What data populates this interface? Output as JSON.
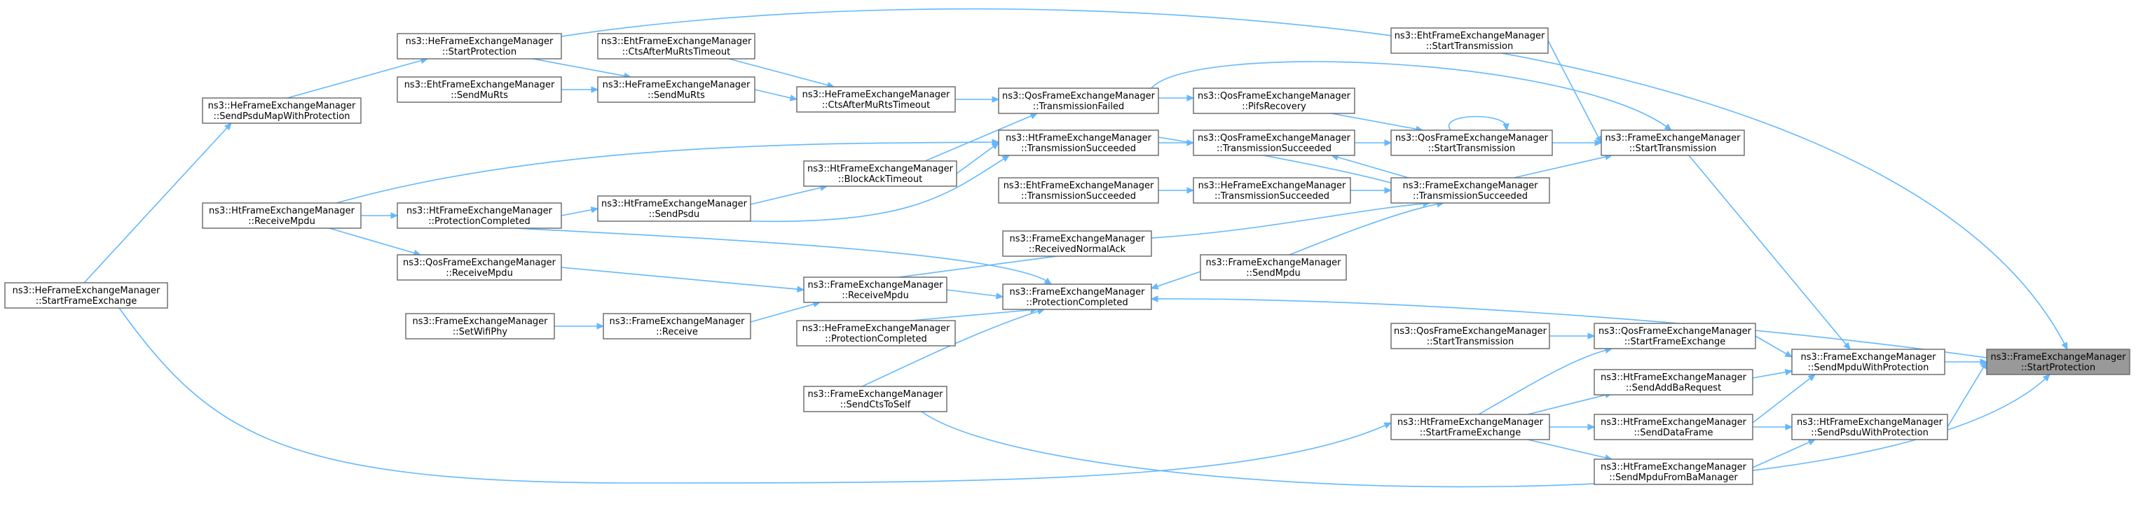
{
  "colors": {
    "edge": "#63b8ff",
    "node_border": "#666666",
    "root_fill": "#999999",
    "node_fill": "#ffffff",
    "text": "#000000"
  },
  "nodes": [
    {
      "id": "root",
      "l1": "ns3::FrameExchangeManager",
      "l2": "::StartProtection",
      "root": true
    },
    {
      "id": "feSendMpduWithProtection",
      "l1": "ns3::FrameExchangeManager",
      "l2": "::SendMpduWithProtection"
    },
    {
      "id": "htSendPsduWithProtection",
      "l1": "ns3::HtFrameExchangeManager",
      "l2": "::SendPsduWithProtection"
    },
    {
      "id": "feStartTransmission",
      "l1": "ns3::FrameExchangeManager",
      "l2": "::StartTransmission"
    },
    {
      "id": "qosStartFrameExchange",
      "l1": "ns3::QosFrameExchangeManager",
      "l2": "::StartFrameExchange"
    },
    {
      "id": "htSendAddBaRequest",
      "l1": "ns3::HtFrameExchangeManager",
      "l2": "::SendAddBaRequest"
    },
    {
      "id": "htSendDataFrame",
      "l1": "ns3::HtFrameExchangeManager",
      "l2": "::SendDataFrame"
    },
    {
      "id": "htSendMpduFromBaManager",
      "l1": "ns3::HtFrameExchangeManager",
      "l2": "::SendMpduFromBaManager"
    },
    {
      "id": "ehtStartTransmission",
      "l1": "ns3::EhtFrameExchangeManager",
      "l2": "::StartTransmission"
    },
    {
      "id": "qosStartTransmission",
      "l1": "ns3::QosFrameExchangeManager",
      "l2": "::StartTransmission"
    },
    {
      "id": "feTransmissionSucceeded",
      "l1": "ns3::FrameExchangeManager",
      "l2": "::TransmissionSucceeded"
    },
    {
      "id": "qosStartTransmission2",
      "l1": "ns3::QosFrameExchangeManager",
      "l2": "::StartTransmission"
    },
    {
      "id": "htStartFrameExchange",
      "l1": "ns3::HtFrameExchangeManager",
      "l2": "::StartFrameExchange"
    },
    {
      "id": "qosPifsRecovery",
      "l1": "ns3::QosFrameExchangeManager",
      "l2": "::PifsRecovery"
    },
    {
      "id": "qosTransmissionSucceeded",
      "l1": "ns3::QosFrameExchangeManager",
      "l2": "::TransmissionSucceeded"
    },
    {
      "id": "heTransmissionSucceeded",
      "l1": "ns3::HeFrameExchangeManager",
      "l2": "::TransmissionSucceeded"
    },
    {
      "id": "feSendMpdu",
      "l1": "ns3::FrameExchangeManager",
      "l2": "::SendMpdu"
    },
    {
      "id": "qosTransmissionFailed",
      "l1": "ns3::QosFrameExchangeManager",
      "l2": "::TransmissionFailed"
    },
    {
      "id": "htTransmissionSucceeded",
      "l1": "ns3::HtFrameExchangeManager",
      "l2": "::TransmissionSucceeded"
    },
    {
      "id": "ehtTransmissionSucceeded",
      "l1": "ns3::EhtFrameExchangeManager",
      "l2": "::TransmissionSucceeded"
    },
    {
      "id": "feReceivedNormalAck",
      "l1": "ns3::FrameExchangeManager",
      "l2": "::ReceivedNormalAck"
    },
    {
      "id": "feProtectionCompleted",
      "l1": "ns3::FrameExchangeManager",
      "l2": "::ProtectionCompleted"
    },
    {
      "id": "heProtectionCompleted",
      "l1": "ns3::HeFrameExchangeManager",
      "l2": "::ProtectionCompleted"
    },
    {
      "id": "feSendCtsToSelf",
      "l1": "ns3::FrameExchangeManager",
      "l2": "::SendCtsToSelf"
    },
    {
      "id": "ehtCtsAfterMuRtsTimeout",
      "l1": "ns3::EhtFrameExchangeManager",
      "l2": "::CtsAfterMuRtsTimeout"
    },
    {
      "id": "heCtsAfterMuRtsTimeout",
      "l1": "ns3::HeFrameExchangeManager",
      "l2": "::CtsAfterMuRtsTimeout"
    },
    {
      "id": "htBlockAckTimeout",
      "l1": "ns3::HtFrameExchangeManager",
      "l2": "::BlockAckTimeout"
    },
    {
      "id": "feReceiveMpdu",
      "l1": "ns3::FrameExchangeManager",
      "l2": "::ReceiveMpdu"
    },
    {
      "id": "feReceive",
      "l1": "ns3::FrameExchangeManager",
      "l2": "::Receive"
    },
    {
      "id": "heSendMuRts",
      "l1": "ns3::HeFrameExchangeManager",
      "l2": "::SendMuRts"
    },
    {
      "id": "htSendPsdu",
      "l1": "ns3::HtFrameExchangeManager",
      "l2": "::SendPsdu"
    },
    {
      "id": "heStartProtection",
      "l1": "ns3::HeFrameExchangeManager",
      "l2": "::StartProtection"
    },
    {
      "id": "ehtSendMuRts",
      "l1": "ns3::EhtFrameExchangeManager",
      "l2": "::SendMuRts"
    },
    {
      "id": "htProtectionCompleted",
      "l1": "ns3::HtFrameExchangeManager",
      "l2": "::ProtectionCompleted"
    },
    {
      "id": "qosReceiveMpdu",
      "l1": "ns3::QosFrameExchangeManager",
      "l2": "::ReceiveMpdu"
    },
    {
      "id": "feSetWifiPhy",
      "l1": "ns3::FrameExchangeManager",
      "l2": "::SetWifiPhy"
    },
    {
      "id": "heSendPsduMapWithProtection",
      "l1": "ns3::HeFrameExchangeManager",
      "l2": "::SendPsduMapWithProtection"
    },
    {
      "id": "htReceiveMpdu",
      "l1": "ns3::HtFrameExchangeManager",
      "l2": "::ReceiveMpdu"
    },
    {
      "id": "heStartFrameExchange",
      "l1": "ns3::HeFrameExchangeManager",
      "l2": "::StartFrameExchange"
    }
  ],
  "edges": [
    [
      "feSendMpduWithProtection",
      "root"
    ],
    [
      "htSendPsduWithProtection",
      "root"
    ],
    [
      "heStartProtection",
      "root"
    ],
    [
      "feSendCtsToSelf",
      "root"
    ],
    [
      "feProtectionCompleted",
      "root"
    ],
    [
      "feStartTransmission",
      "feSendMpduWithProtection"
    ],
    [
      "qosStartFrameExchange",
      "feSendMpduWithProtection"
    ],
    [
      "htSendAddBaRequest",
      "feSendMpduWithProtection"
    ],
    [
      "htSendDataFrame",
      "feSendMpduWithProtection"
    ],
    [
      "htSendDataFrame",
      "htSendPsduWithProtection"
    ],
    [
      "htSendMpduFromBaManager",
      "htSendPsduWithProtection"
    ],
    [
      "ehtStartTransmission",
      "feStartTransmission"
    ],
    [
      "qosStartTransmission",
      "feStartTransmission"
    ],
    [
      "feTransmissionSucceeded",
      "feStartTransmission"
    ],
    [
      "qosTransmissionFailed",
      "feStartTransmission"
    ],
    [
      "qosStartTransmission2",
      "qosStartFrameExchange"
    ],
    [
      "htStartFrameExchange",
      "qosStartFrameExchange"
    ],
    [
      "htStartFrameExchange",
      "htSendAddBaRequest"
    ],
    [
      "htStartFrameExchange",
      "htSendDataFrame"
    ],
    [
      "htStartFrameExchange",
      "htSendMpduFromBaManager"
    ],
    [
      "qosStartTransmission",
      "qosStartTransmission"
    ],
    [
      "qosPifsRecovery",
      "qosStartTransmission"
    ],
    [
      "qosTransmissionSucceeded",
      "qosStartTransmission"
    ],
    [
      "feTransmissionSucceeded",
      "qosTransmissionSucceeded"
    ],
    [
      "heTransmissionSucceeded",
      "feTransmissionSucceeded"
    ],
    [
      "feSendMpdu",
      "feTransmissionSucceeded"
    ],
    [
      "feReceivedNormalAck",
      "feTransmissionSucceeded"
    ],
    [
      "htTransmissionSucceeded",
      "feTransmissionSucceeded"
    ],
    [
      "qosTransmissionFailed",
      "qosPifsRecovery"
    ],
    [
      "htTransmissionSucceeded",
      "qosTransmissionSucceeded"
    ],
    [
      "ehtTransmissionSucceeded",
      "heTransmissionSucceeded"
    ],
    [
      "feSendMpdu",
      "feProtectionCompleted"
    ],
    [
      "feReceivedNormalAck",
      "feReceiveMpdu"
    ],
    [
      "heCtsAfterMuRtsTimeout",
      "qosTransmissionFailed"
    ],
    [
      "htBlockAckTimeout",
      "qosTransmissionFailed"
    ],
    [
      "htBlockAckTimeout",
      "htTransmissionSucceeded"
    ],
    [
      "htSendPsdu",
      "htTransmissionSucceeded"
    ],
    [
      "htReceiveMpdu",
      "htTransmissionSucceeded"
    ],
    [
      "feReceiveMpdu",
      "feProtectionCompleted"
    ],
    [
      "heProtectionCompleted",
      "feProtectionCompleted"
    ],
    [
      "feSendCtsToSelf",
      "feProtectionCompleted"
    ],
    [
      "htProtectionCompleted",
      "feProtectionCompleted"
    ],
    [
      "ehtCtsAfterMuRtsTimeout",
      "heCtsAfterMuRtsTimeout"
    ],
    [
      "heSendMuRts",
      "heCtsAfterMuRtsTimeout"
    ],
    [
      "htSendPsdu",
      "htBlockAckTimeout"
    ],
    [
      "feReceive",
      "feReceiveMpdu"
    ],
    [
      "qosReceiveMpdu",
      "feReceiveMpdu"
    ],
    [
      "feSetWifiPhy",
      "feReceive"
    ],
    [
      "heStartProtection",
      "heSendMuRts"
    ],
    [
      "ehtSendMuRts",
      "heSendMuRts"
    ],
    [
      "htProtectionCompleted",
      "htSendPsdu"
    ],
    [
      "heSendPsduMapWithProtection",
      "heStartProtection"
    ],
    [
      "htReceiveMpdu",
      "htProtectionCompleted"
    ],
    [
      "htReceiveMpdu",
      "qosReceiveMpdu"
    ],
    [
      "heStartFrameExchange",
      "heSendPsduMapWithProtection"
    ],
    [
      "heStartFrameExchange",
      "htStartFrameExchange"
    ]
  ]
}
